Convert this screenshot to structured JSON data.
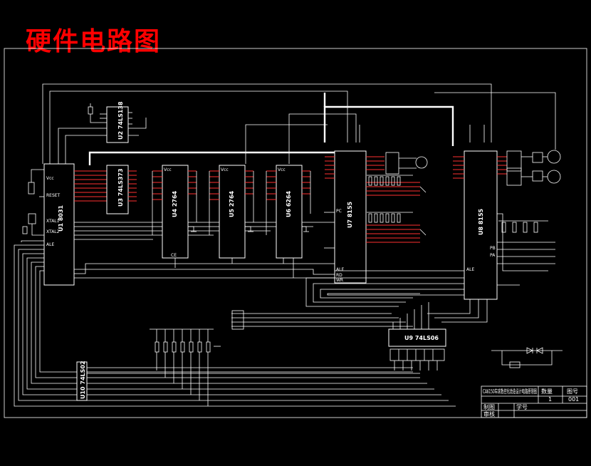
{
  "title": "硬件电路图",
  "chips": [
    {
      "id": "U1",
      "label": "U1  8031"
    },
    {
      "id": "U2",
      "label": "U2  74LS138"
    },
    {
      "id": "U3",
      "label": "U3  74LS373"
    },
    {
      "id": "U4",
      "label": "U4  2764"
    },
    {
      "id": "U5",
      "label": "U5  2764"
    },
    {
      "id": "U6",
      "label": "U6  6264"
    },
    {
      "id": "U7",
      "label": "U7  8155"
    },
    {
      "id": "U8",
      "label": "U8  8155"
    },
    {
      "id": "U9",
      "label": "U9  74LS06"
    },
    {
      "id": "U10",
      "label": "U10  74LS02"
    }
  ],
  "pin_labels": {
    "reset": "RESET",
    "xtal1": "XTAL1",
    "xtal2": "XTAL2",
    "ale": "ALE",
    "rd": "RD",
    "wr": "WR",
    "pc": "PC",
    "ce": "CE",
    "vcc": "Vcc",
    "pb": "PB",
    "pa": "PA"
  },
  "title_block": {
    "drawing_name": "CA6150车床数控化改造设计电路原理图",
    "quantity_label": "数量",
    "drawing_no_label": "图号",
    "quantity_value": "1",
    "drawing_no_value": "001",
    "drawn_label": "制图",
    "checked_label": "审核",
    "student_no_label": "学号"
  },
  "colors": {
    "background": "#000000",
    "lines": "#ffffff",
    "title": "#ff0000",
    "pins": "#ff3030"
  }
}
